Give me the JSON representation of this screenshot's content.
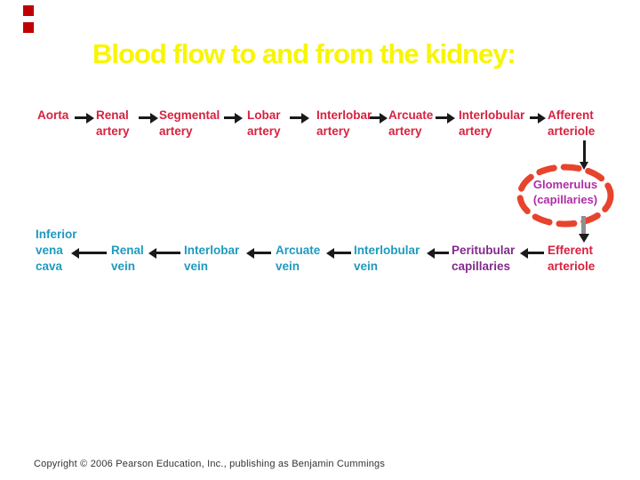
{
  "slide": {
    "title": "Blood flow to and from the kidney:",
    "copyright": "Copyright © 2006 Pearson Education, Inc., publishing as Benjamin Cummings"
  },
  "colors": {
    "title_text": "#F8F500",
    "artery_text": "#D8213F",
    "vein_text": "#1E9ABF",
    "capillary_text": "#822B8C",
    "glomerulus_text": "#AE2DA6",
    "ellipse_stroke": "#E8432C",
    "arrow": "#1A1A1A",
    "gray_arrow_shaft": "#8F8F8F",
    "decor_square": "#C00000"
  },
  "diagram": {
    "arteries": [
      {
        "label": "Aorta"
      },
      {
        "label": "Renal\nartery"
      },
      {
        "label": "Segmental\nartery"
      },
      {
        "label": "Lobar\nartery"
      },
      {
        "label": "Interlobar\nartery"
      },
      {
        "label": "Arcuate\nartery"
      },
      {
        "label": "Interlobular\nartery"
      },
      {
        "label": "Afferent\narteriole"
      }
    ],
    "glomerulus": {
      "label": "Glomerulus\n(capillaries)"
    },
    "veins": [
      {
        "label": "Inferior\nvena\ncava"
      },
      {
        "label": "Renal\nvein"
      },
      {
        "label": "Interlobar\nvein"
      },
      {
        "label": "Arcuate\nvein"
      },
      {
        "label": "Interlobular\nvein"
      },
      {
        "label": "Peritubular\ncapillaries"
      },
      {
        "label": "Efferent\narteriole"
      }
    ]
  }
}
